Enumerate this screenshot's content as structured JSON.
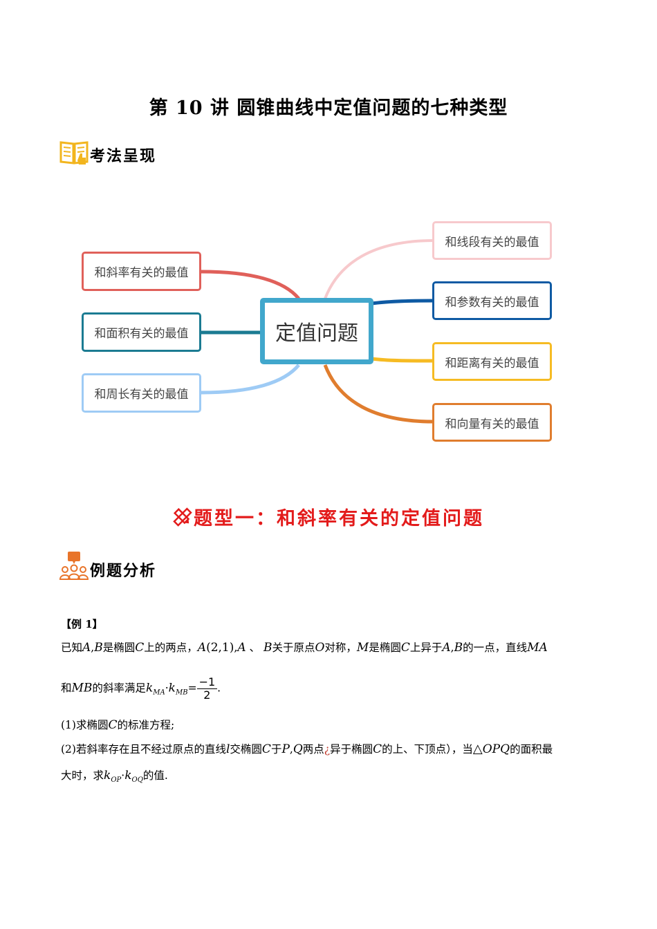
{
  "document": {
    "title": "第 10 讲  圆锥曲线中定值问题的七种类型",
    "section1": {
      "icon": "open-book-icon",
      "label": "考法呈现"
    },
    "mindmap": {
      "center": {
        "label": "定值问题",
        "color": "#41a7cc"
      },
      "left_nodes": [
        {
          "label": "和斜率有关的最值",
          "color": "#e0605a"
        },
        {
          "label": "和面积有关的最值",
          "color": "#1b7b92"
        },
        {
          "label": "和周长有关的最值",
          "color": "#9ecbf5"
        }
      ],
      "right_nodes": [
        {
          "label": "和线段有关的最值",
          "color": "#f7c9cc"
        },
        {
          "label": "和参数有关的最值",
          "color": "#0e5aa3"
        },
        {
          "label": "和距离有关的最值",
          "color": "#f6bb23"
        },
        {
          "label": "和向量有关的最值",
          "color": "#e07d2e"
        }
      ]
    },
    "type_heading": {
      "icon": "pencil-ruler-icon",
      "label": "题型一：和斜率有关的定值问题",
      "color": "#e31b1b"
    },
    "section2": {
      "icon": "group-discussion-icon",
      "label": "例题分析"
    },
    "example": {
      "label": "【例 1】",
      "line1": {
        "t1": "已知",
        "m1": "A",
        "t2": ",",
        "m2": "B",
        "t3": "是椭圆",
        "m3": "C",
        "t4": "上的两点，",
        "m4": "A",
        "paren": "(2,1)",
        "t5": ",",
        "m5": "A",
        "t6": " 、 ",
        "m6": "B",
        "t7": "关于原点",
        "m7": "O",
        "t8": "对称，",
        "m8": "M",
        "t9": "是椭圆",
        "m9": "C",
        "t10": "上异于",
        "m10": "A",
        "t11": ",",
        "m11": "B",
        "t12": "的一点，直线",
        "m12": "MA"
      },
      "line2": {
        "t1": "和",
        "m1": "MB",
        "t2": "的斜率满足",
        "k": "k",
        "sub1": "MA",
        "dot": "·",
        "k2": "k",
        "sub2": "MB",
        "eq": "=",
        "num": "−1",
        "den": "2",
        "end": "."
      },
      "q1": {
        "t1": "(1)求椭圆",
        "m1": "C",
        "t2": "的标准方程;"
      },
      "q2": {
        "t1": "(2)若斜率存在且不经过原点的直线",
        "m1": "l",
        "t2": "交椭圆",
        "m2": "C",
        "t3": "于",
        "m3": "P",
        "t4": ",",
        "m4": "Q",
        "t5": "两点",
        "odd": "¿",
        "t6": "异于椭圆",
        "m5": "C",
        "t7": "的上、下顶点），当",
        "tri": "△",
        "m6": "OPQ",
        "t8": "的面积最"
      },
      "q2b": {
        "t1": "大时，求",
        "k": "k",
        "sub1": "OP",
        "dot": "·",
        "k2": "k",
        "sub2": "OQ",
        "t2": "的值."
      }
    }
  }
}
